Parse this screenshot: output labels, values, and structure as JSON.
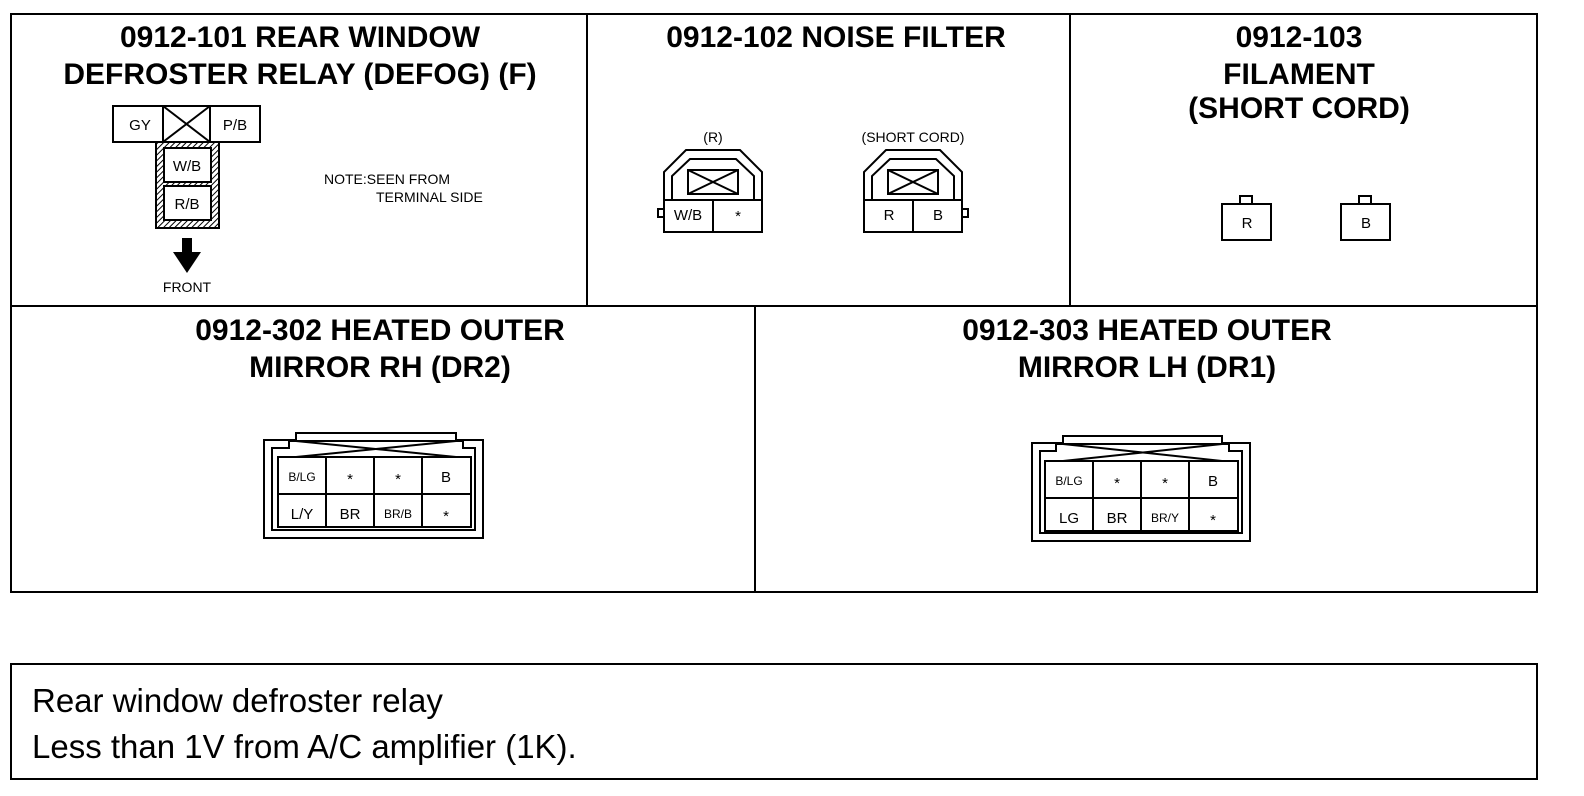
{
  "panels": {
    "p101": {
      "title_line1": "0912-101 REAR WINDOW",
      "title_line2": "DEFROSTER RELAY (DEFOG) (F)",
      "terminals": {
        "left": "GY",
        "right": "P/B",
        "mid1": "W/B",
        "mid2": "R/B"
      },
      "front_label": "FRONT",
      "note_line1": "NOTE:SEEN FROM",
      "note_line2": "TERMINAL SIDE"
    },
    "p102": {
      "title": "0912-102 NOISE FILTER",
      "conn_r": {
        "label": "(R)",
        "pins": [
          "W/B",
          "*"
        ]
      },
      "conn_short": {
        "label": "(SHORT CORD)",
        "pins": [
          "R",
          "B"
        ]
      }
    },
    "p103": {
      "title_line1": "0912-103",
      "title_line2": "FILAMENT",
      "title_line3": "(SHORT CORD)",
      "pins": [
        "R",
        "B"
      ]
    },
    "p302": {
      "title_line1": "0912-302 HEATED OUTER",
      "title_line2": "MIRROR RH (DR2)",
      "row1": [
        "B/LG",
        "*",
        "*",
        "B"
      ],
      "row2": [
        "L/Y",
        "BR",
        "BR/B",
        "*"
      ]
    },
    "p303": {
      "title_line1": "0912-303 HEATED OUTER",
      "title_line2": "MIRROR LH (DR1)",
      "row1": [
        "B/LG",
        "*",
        "*",
        "B"
      ],
      "row2": [
        "LG",
        "BR",
        "BR/Y",
        "*"
      ]
    }
  },
  "note_box": {
    "line1": "Rear window defroster relay",
    "line2": "Less than 1V from A/C amplifier (1K)."
  }
}
